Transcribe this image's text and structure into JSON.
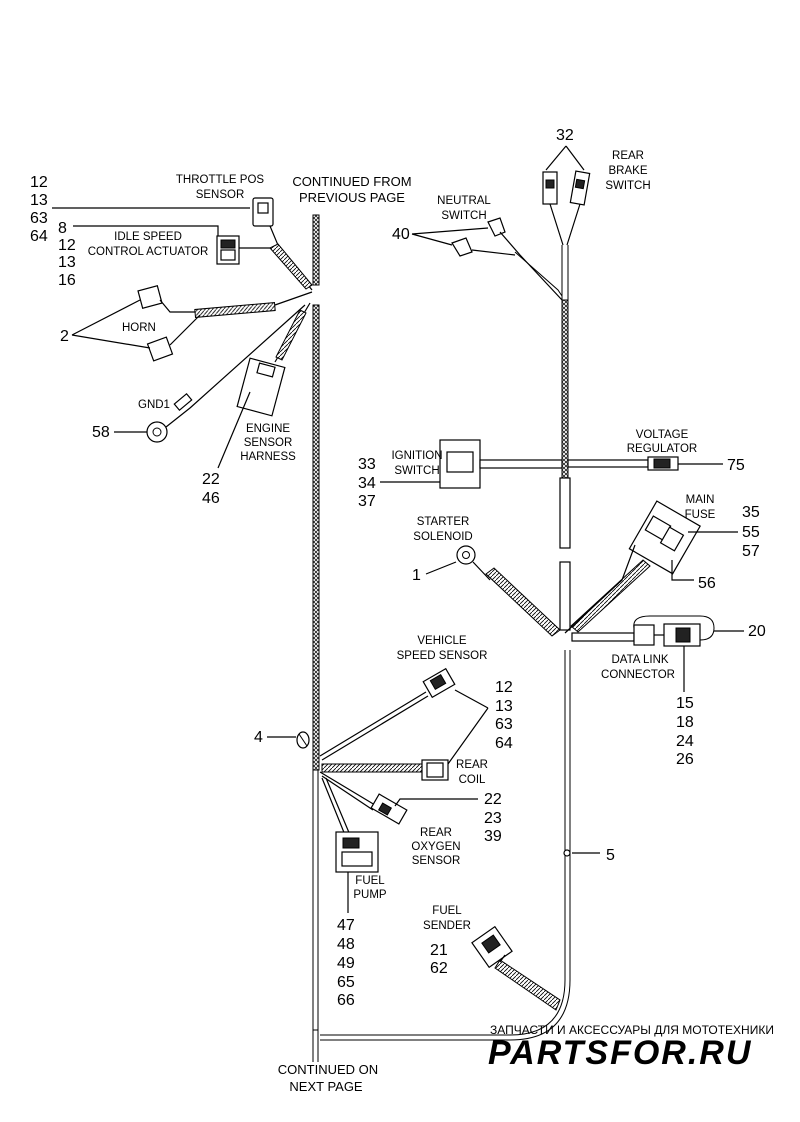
{
  "header": {
    "continued_from": [
      "CONTINUED FROM",
      "PREVIOUS PAGE"
    ],
    "continued_on": [
      "CONTINUED ON",
      "NEXT PAGE"
    ]
  },
  "labels": {
    "throttle_pos": [
      "THROTTLE POS",
      "SENSOR"
    ],
    "idle_speed": [
      "IDLE SPEED",
      "CONTROL ACTUATOR"
    ],
    "horn": "HORN",
    "gnd1": "GND1",
    "engine_sensor": [
      "ENGINE",
      "SENSOR",
      "HARNESS"
    ],
    "neutral_switch": [
      "NEUTRAL",
      "SWITCH"
    ],
    "rear_brake": [
      "REAR",
      "BRAKE",
      "SWITCH"
    ],
    "ignition_switch": [
      "IGNITION",
      "SWITCH"
    ],
    "voltage_regulator": [
      "VOLTAGE",
      "REGULATOR"
    ],
    "main_fuse": [
      "MAIN",
      "FUSE"
    ],
    "starter_solenoid": [
      "STARTER",
      "SOLENOID"
    ],
    "data_link": [
      "DATA LINK",
      "CONNECTOR"
    ],
    "vehicle_speed": [
      "VEHICLE",
      "SPEED SENSOR"
    ],
    "rear_coil": [
      "REAR",
      "COIL"
    ],
    "rear_oxygen": [
      "REAR",
      "OXYGEN",
      "SENSOR"
    ],
    "fuel_pump": [
      "FUEL",
      "PUMP"
    ],
    "fuel_sender": [
      "FUEL",
      "SENDER"
    ]
  },
  "callouts": {
    "throttle_nums": [
      "12",
      "13",
      "63",
      "64"
    ],
    "idle_nums": [
      "8",
      "12",
      "13",
      "16"
    ],
    "horn_num": "2",
    "gnd_num": "58",
    "engine_nums": [
      "22",
      "46"
    ],
    "neutral_num": "40",
    "brake_num": "32",
    "ignition_nums": [
      "33",
      "34",
      "37"
    ],
    "regulator_num": "75",
    "fuse_nums": [
      "35",
      "55",
      "57"
    ],
    "fuse_holder_num": "56",
    "solenoid_num": "1",
    "data_link_num": "20",
    "data_link_nums": [
      "15",
      "18",
      "24",
      "26"
    ],
    "speed_nums": [
      "12",
      "13",
      "63",
      "64"
    ],
    "clip_num": "4",
    "oxygen_nums": [
      "22",
      "23",
      "39"
    ],
    "harness_num": "5",
    "pump_nums": [
      "47",
      "48",
      "49",
      "65",
      "66"
    ],
    "sender_nums": [
      "21",
      "62"
    ]
  },
  "watermark": {
    "tagline": "ЗАПЧАСТИ И АКСЕССУАРЫ ДЛЯ МОТОТЕХНИКИ",
    "brand": "PARTSFOR.RU"
  },
  "colors": {
    "line": "#000000",
    "background": "#ffffff",
    "watermark_tagline": "#bdbdbd",
    "watermark_brand": "#e7a3a3"
  }
}
